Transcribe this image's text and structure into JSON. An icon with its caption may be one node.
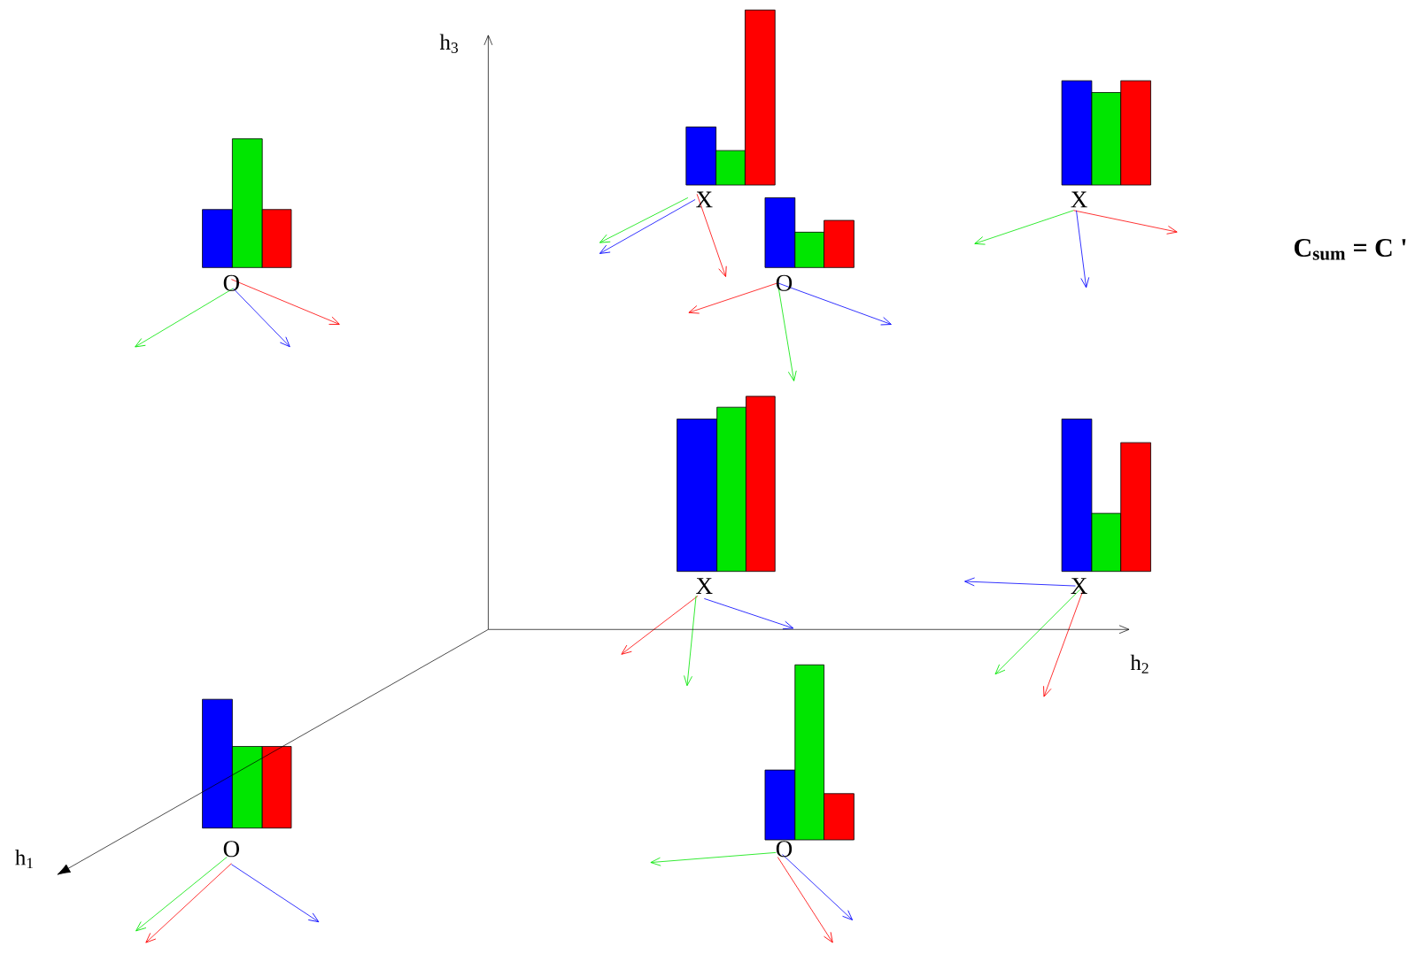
{
  "diagram": {
    "labels": [
      "h$_{3}$",
      "X",
      "X",
      "C$_{sum}$ = C '",
      "O",
      "O",
      "X",
      "X",
      "h$_{2}$",
      "h$_{1}$",
      "O",
      "O"
    ]
  }
}
